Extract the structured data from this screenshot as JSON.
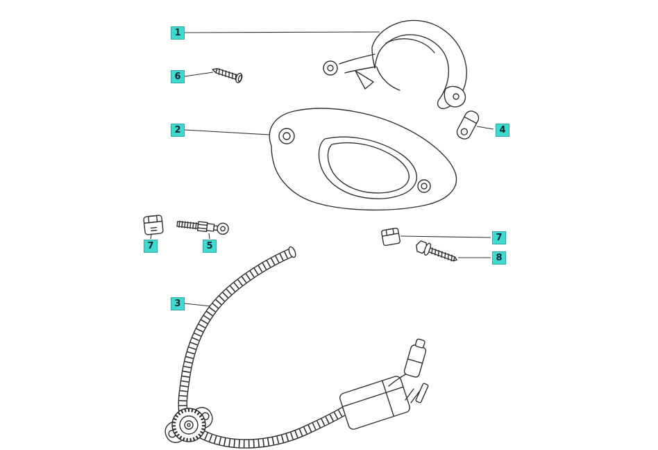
{
  "diagram": {
    "background": "#ffffff",
    "line_color": "#2e2e2e",
    "callout": {
      "bg_color": "#3fd9cf",
      "text_color": "#0b2430"
    },
    "callouts": [
      {
        "label": "1"
      },
      {
        "label": "6"
      },
      {
        "label": "2"
      },
      {
        "label": "4"
      },
      {
        "label": "7"
      },
      {
        "label": "5"
      },
      {
        "label": "7"
      },
      {
        "label": "8"
      },
      {
        "label": "3"
      }
    ]
  }
}
